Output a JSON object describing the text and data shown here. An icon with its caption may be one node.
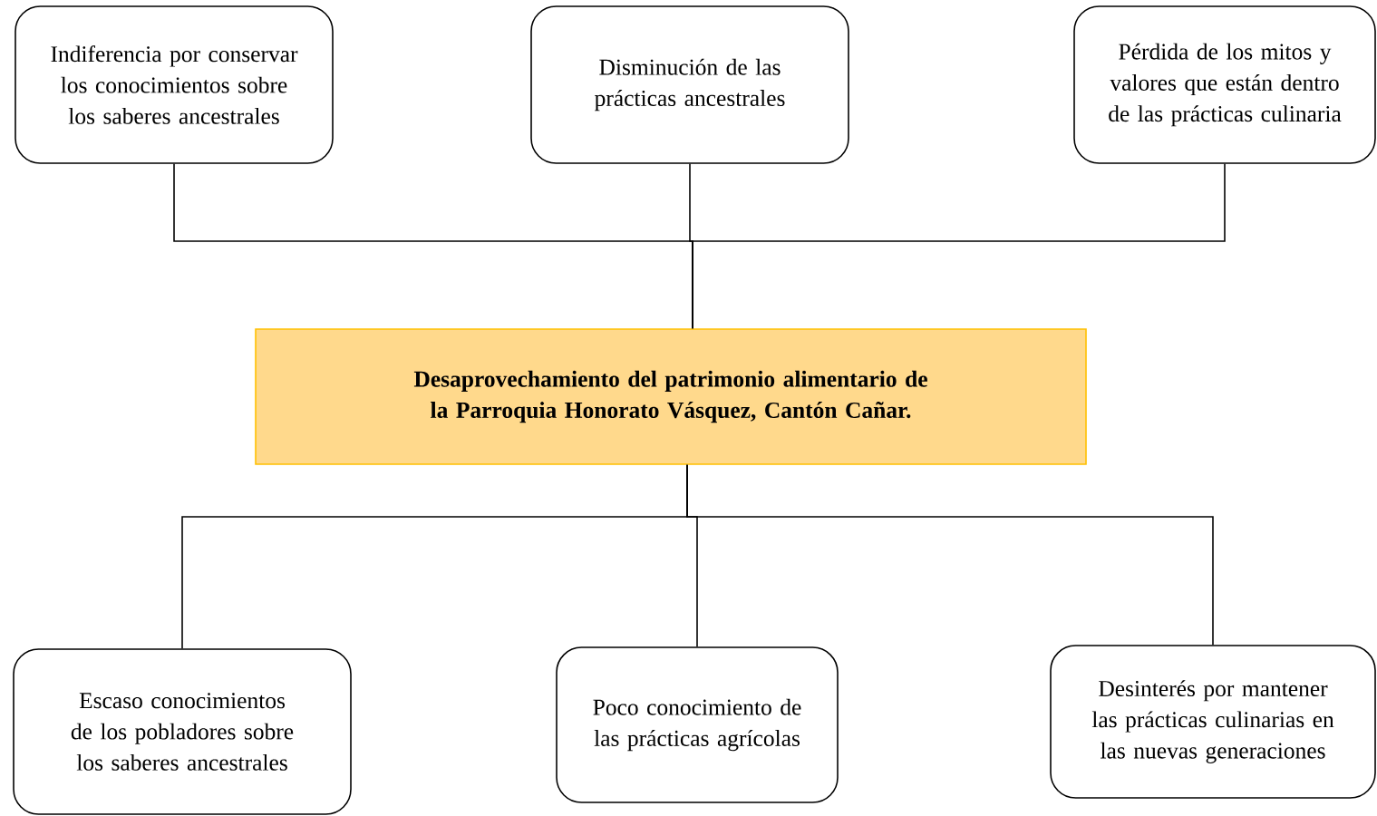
{
  "diagram": {
    "nodes": [
      {
        "text": [
          "Indiferencia por conservar los conocimientos sobre los saberes ancestrales"
        ]
      },
      {
        "text": [
          "Disminución de las prácticas ancestrales"
        ]
      },
      {
        "text": [
          "Pérdida de los mitos y valores que están dentro de las prácticas culinaria"
        ]
      },
      {
        "text": [
          "Desaprovechamiento del patrimonio alimentario de la Parroquia Honorato Vásquez, Cantón Cañar."
        ]
      },
      {
        "text": [
          "Escaso conocimientos de los pobladores sobre los saberes ancestrales"
        ]
      },
      {
        "text": [
          "Poco conocimiento de las prácticas agrícolas"
        ]
      },
      {
        "text": [
          "Desinterés por mantener las prácticas culinarias en las nuevas generaciones"
        ]
      }
    ],
    "edges": [
      {
        "from": 0,
        "to": 3,
        "arrow": "none"
      },
      {
        "from": 1,
        "to": 3,
        "arrow": "none"
      },
      {
        "from": 2,
        "to": 3,
        "arrow": "none"
      },
      {
        "from": 3,
        "to": 4,
        "arrow": "none"
      },
      {
        "from": 3,
        "to": 5,
        "arrow": "none"
      },
      {
        "from": 3,
        "to": 6,
        "arrow": "none"
      }
    ]
  }
}
